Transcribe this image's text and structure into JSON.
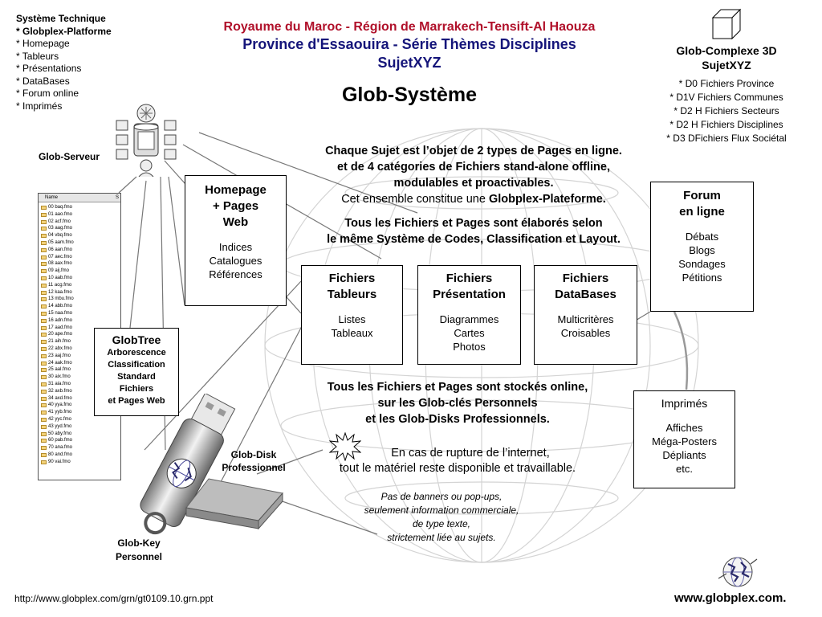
{
  "tech_list": {
    "title": "Système Technique",
    "bold_item": "* Globplex-Platforme",
    "items": [
      "* Homepage",
      "* Tableurs",
      "* Présentations",
      "* DataBases",
      "* Forum online",
      "* Imprimés"
    ]
  },
  "header": {
    "line1": "Royaume du Maroc - Région de Marrakech-Tensift-Al Haouza",
    "line2": "Province d'Essaouira - Série Thèmes Disciplines",
    "line3": "SujetXYZ",
    "title": "Glob-Système"
  },
  "complex3d": {
    "title1": "Glob-Complexe 3D",
    "title2": "SujetXYZ",
    "items": [
      "* D0 Fichiers Province",
      "* D1V Fichiers Communes",
      "* D2 H Fichiers Secteurs",
      "* D2 H Fichiers Disciplines",
      "* D3 DFichiers Flux Sociétal"
    ]
  },
  "server_label": "Glob-Serveur",
  "file_list": {
    "header_name": "Name",
    "header_size": "S",
    "files": [
      "00 baq.fmo",
      "01 aao.fmo",
      "02 acf.fmo",
      "03 aag.fmo",
      "04 vbq.fmo",
      "05 aam.fmo",
      "06 aan.fmo",
      "07 aec.fmo",
      "08 aax.fmo",
      "09 aij.fmo",
      "10 aab.fmo",
      "11 acg.fmo",
      "12 kaa.fmo",
      "13 mbu.fmo",
      "14 abb.fmo",
      "15 naa.fmo",
      "16 adn.fmo",
      "17 aad.fmo",
      "20 ape.fmo",
      "21 aih.fmo",
      "22 abx.fmo",
      "23 aaj.fmo",
      "24 aak.fmo",
      "25 aal.fmo",
      "30 aix.fmo",
      "31 aia.fmo",
      "32 axb.fmo",
      "34 axd.fmo",
      "40 yya.fmo",
      "41 yyb.fmo",
      "42 yyc.fmo",
      "43 yyd.fmo",
      "50 aby.fmo",
      "60 pab.fmo",
      "70 ana.fmo",
      "80 and.fmo",
      "90 vai.fmo"
    ]
  },
  "intro": {
    "line1": "Chaque Sujet est l’objet de 2 types de Pages en ligne.",
    "line2": "et de 4 catégories de Fichiers stand-alone offline,",
    "line3": "modulables et proactivables.",
    "line4_pre": "Cet ensemble constitue une ",
    "line4_bold": "Globplex-Plateforme.",
    "line5": "Tous les Fichiers et Pages sont élaborés selon",
    "line6": "le même Système de Codes, Classification et Layout."
  },
  "homepage_box": {
    "h1": "Homepage",
    "h2": "+ Pages",
    "h3": "Web",
    "items": [
      "Indices",
      "Catalogues",
      "Références"
    ]
  },
  "forum_box": {
    "h1": "Forum",
    "h2": "en ligne",
    "items": [
      "Débats",
      "Blogs",
      "Sondages",
      "Pétitions"
    ]
  },
  "tableurs_box": {
    "h1": "Fichiers",
    "h2": "Tableurs",
    "items": [
      "Listes",
      "Tableaux"
    ]
  },
  "presentation_box": {
    "h1": "Fichiers",
    "h2": "Présentation",
    "items": [
      "Diagrammes",
      "Cartes",
      "Photos"
    ]
  },
  "databases_box": {
    "h1": "Fichiers",
    "h2": "DataBases",
    "items": [
      "Multicritères",
      "Croisables"
    ]
  },
  "globtree_box": {
    "title": "GlobTree",
    "items": [
      "Arborescence",
      "Classification",
      "Standard",
      "Fichiers",
      "et Pages Web"
    ]
  },
  "storage": {
    "line1": "Tous les Fichiers et Pages sont stockés online,",
    "line2": "sur les Glob-clés Personnels",
    "line3": "et les Glob-Disks Professionnels."
  },
  "rupture": {
    "line1": "En cas de rupture de l’internet,",
    "line2": "tout le matériel reste disponible et travaillable."
  },
  "imprimes_box": {
    "title": "Imprimés",
    "items": [
      "Affiches",
      "Méga-Posters",
      "Dépliants",
      "etc."
    ]
  },
  "disk_label": {
    "line1": "Glob-Disk",
    "line2": "Professionnel"
  },
  "key_label": {
    "line1": "Glob-Key",
    "line2": "Personnel"
  },
  "no_ads": {
    "line1": "Pas de banners ou pop-ups,",
    "line2": "seulement information commerciale,",
    "line3": "de type texte,",
    "line4": "strictement liée au sujets."
  },
  "footer": {
    "url": "http://www.globplex.com/grn/gt0109.10.grn.ppt",
    "site": "www.globplex.com."
  },
  "colors": {
    "header_red": "#b0102a",
    "header_navy": "#15157a",
    "globe_line": "#cfcfcf"
  }
}
